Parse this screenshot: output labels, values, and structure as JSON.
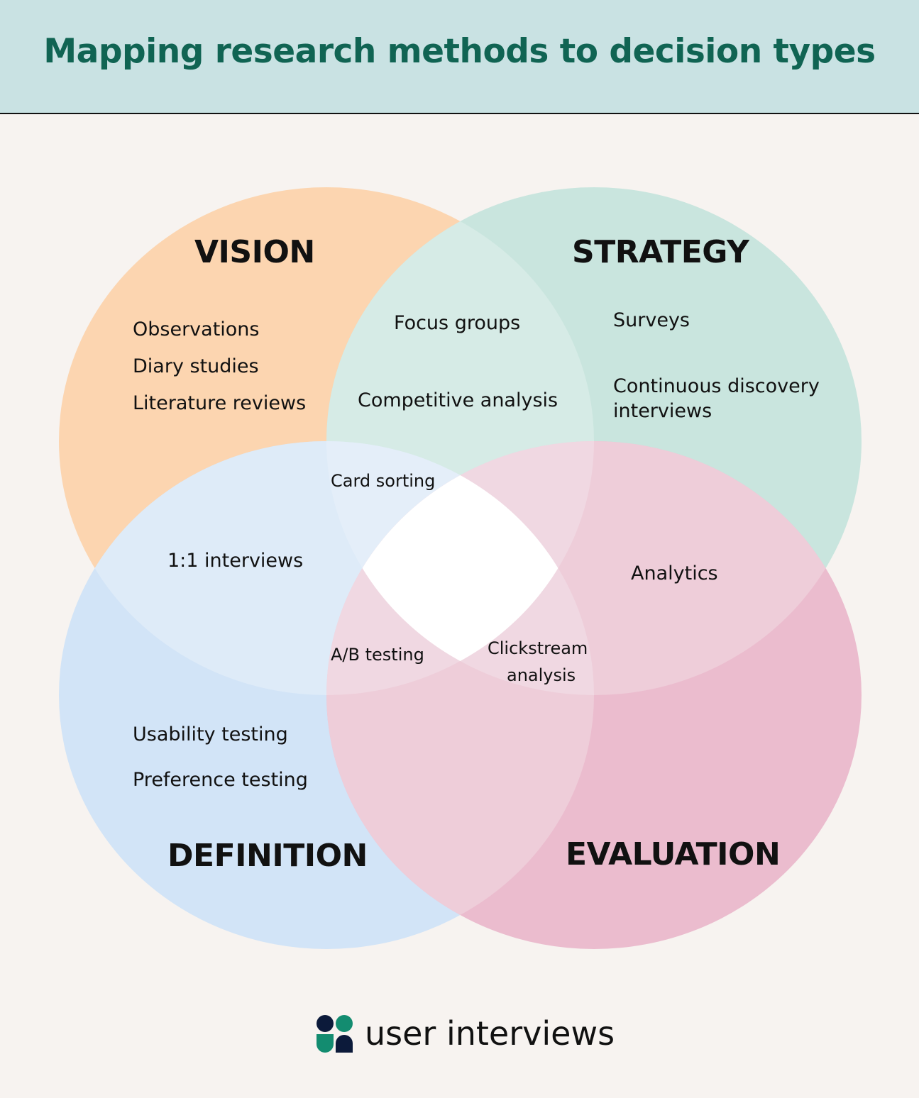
{
  "header": {
    "title": "Mapping research methods to decision types"
  },
  "colors": {
    "header_bg": "#c9e2e3",
    "title": "#106453",
    "background": "#f7f3f0",
    "vision": "#fcd5b0",
    "strategy": "#c9e5de",
    "definition": "#d2e4f7",
    "evaluation": "#ebbcce",
    "logo_navy": "#0c1a3a",
    "logo_green": "#138c70"
  },
  "venn": {
    "sets": [
      {
        "name": "VISION",
        "items": [
          "Observations",
          "Diary studies",
          "Literature reviews"
        ]
      },
      {
        "name": "STRATEGY",
        "items": [
          "Surveys",
          "Continuous discovery interviews"
        ]
      },
      {
        "name": "DEFINITION",
        "items": [
          "Usability testing",
          "Preference testing"
        ]
      },
      {
        "name": "EVALUATION",
        "items": []
      }
    ],
    "overlaps": {
      "vision_strategy": [
        "Focus groups",
        "Competitive analysis"
      ],
      "vision_definition": [
        "1:1 interviews"
      ],
      "strategy_evaluation": [
        "Analytics"
      ],
      "vision_strategy_definition": [
        "Card sorting"
      ],
      "definition_evaluation_vision": [
        "A/B testing"
      ],
      "strategy_evaluation_definition": [
        "Clickstream analysis"
      ]
    },
    "labels": {
      "vision": "VISION",
      "strategy": "STRATEGY",
      "definition": "DEFINITION",
      "evaluation": "EVALUATION",
      "observations": "Observations",
      "diary": "Diary studies",
      "literature": "Literature reviews",
      "focus": "Focus groups",
      "competitive": "Competitive analysis",
      "surveys": "Surveys",
      "continuous_1": "Continuous discovery",
      "continuous_2": "interviews",
      "card_sorting": "Card sorting",
      "one_on_one": "1:1 interviews",
      "analytics": "Analytics",
      "ab_testing": "A/B testing",
      "clickstream_1": "Clickstream",
      "clickstream_2": "analysis",
      "usability": "Usability testing",
      "preference": "Preference testing"
    }
  },
  "footer": {
    "logo_text": "user interviews"
  }
}
